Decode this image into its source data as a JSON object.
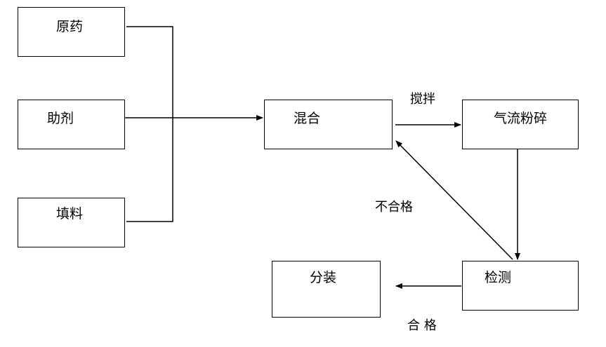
{
  "nodes": {
    "raw_drug": "原药",
    "adjuvant": "助剂",
    "filler": "填料",
    "mixing": "混合",
    "jet_milling": "气流粉碎",
    "inspection": "检测",
    "packaging": "分装"
  },
  "edges": {
    "stirring": "搅拌",
    "fail": "不合格",
    "pass": "合 格"
  }
}
